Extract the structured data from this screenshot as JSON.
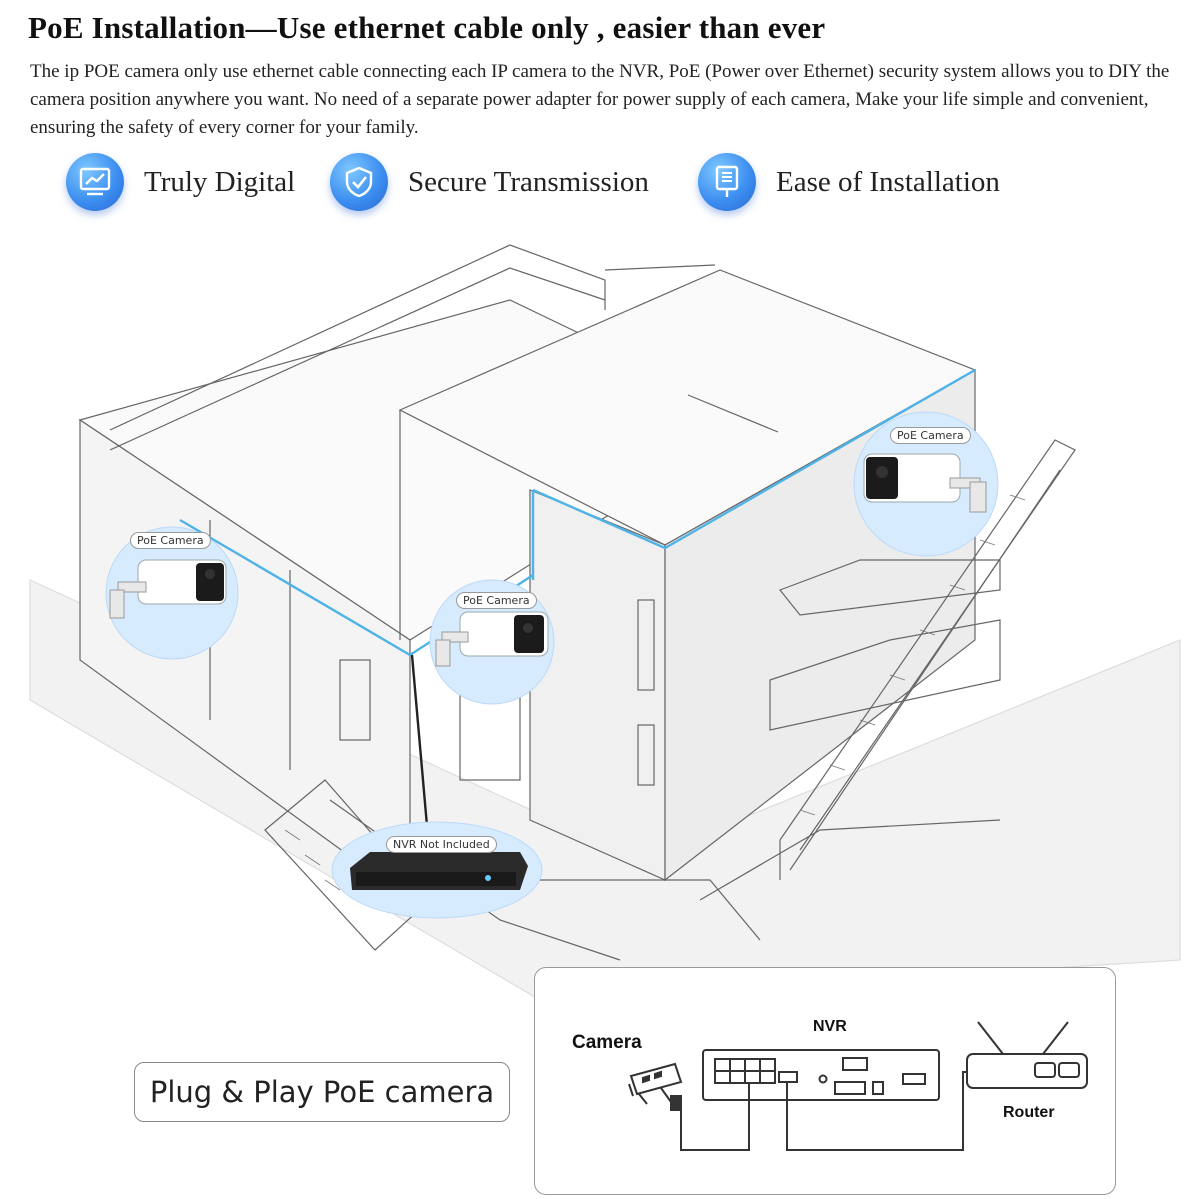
{
  "header": {
    "title": "PoE Installation—Use ethernet cable only , easier than ever",
    "description": "The ip POE camera only use ethernet cable connecting each IP camera to the NVR, PoE (Power over Ethernet) security system allows you to DIY the camera position anywhere you want. No need of a separate power adapter for power supply of each camera, Make your life simple and convenient, ensuring the safety of every corner for your family."
  },
  "features": [
    {
      "label": "Truly Digital",
      "icon": "chart-monitor-icon"
    },
    {
      "label": "Secure Transmission",
      "icon": "shield-check-icon"
    },
    {
      "label": "Ease of Installation",
      "icon": "ethernet-plug-icon"
    }
  ],
  "scene": {
    "camera_badge": "PoE Camera",
    "nvr_badge": "NVR Not Included"
  },
  "plug_play": "Plug & Play PoE camera",
  "diagram": {
    "camera_label": "Camera",
    "nvr_label": "NVR",
    "router_label": "Router"
  },
  "colors": {
    "accent_blue": "#3d8ff0",
    "cable_blue": "#4fb3e8",
    "line_gray": "#555555"
  }
}
